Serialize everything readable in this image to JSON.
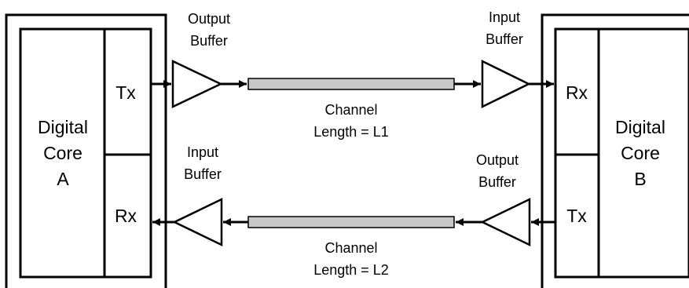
{
  "left_block": {
    "core_line1": "Digital",
    "core_line2": "Core",
    "core_line3": "A",
    "tx": "Tx",
    "rx": "Rx"
  },
  "right_block": {
    "core_line1": "Digital",
    "core_line2": "Core",
    "core_line3": "B",
    "rx": "Rx",
    "tx": "Tx"
  },
  "top_path": {
    "out_buffer_line1": "Output",
    "out_buffer_line2": "Buffer",
    "in_buffer_line1": "Input",
    "in_buffer_line2": "Buffer",
    "channel_line1": "Channel",
    "channel_line2": "Length = L1"
  },
  "bottom_path": {
    "in_buffer_line1": "Input",
    "in_buffer_line2": "Buffer",
    "out_buffer_line1": "Output",
    "out_buffer_line2": "Buffer",
    "channel_line1": "Channel",
    "channel_line2": "Length = L2"
  },
  "colors": {
    "stroke": "#000000",
    "channel_fill": "#c8c8c8",
    "background": "#ffffff"
  }
}
